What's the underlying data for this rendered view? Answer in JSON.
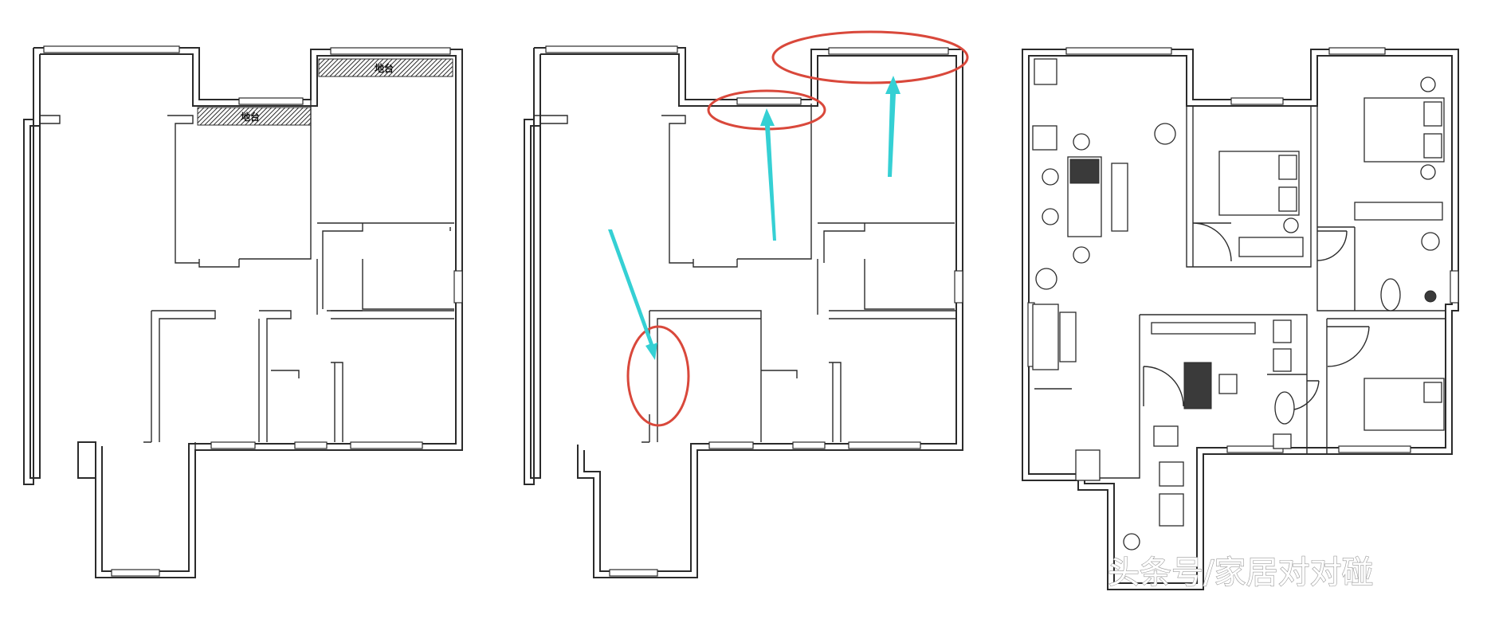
{
  "plan_left": {
    "label_bay_window_top_right": "地台",
    "label_bay_window_middle": "地台"
  },
  "watermark": {
    "text": "头条号/家居对对碰"
  },
  "colors": {
    "ellipse": "#d9483b",
    "arrow": "#35d0d4",
    "wall": "#2b2b2b",
    "watermark_fill": "#ffffff"
  },
  "icons": [
    "window-icon",
    "door-swing-icon",
    "bed-icon",
    "sofa-icon",
    "toilet-icon",
    "sink-icon",
    "stove-icon",
    "plant-icon",
    "wardrobe-icon",
    "nightstand-lamp-icon",
    "dining-table-icon",
    "fridge-icon",
    "washing-machine-icon"
  ]
}
